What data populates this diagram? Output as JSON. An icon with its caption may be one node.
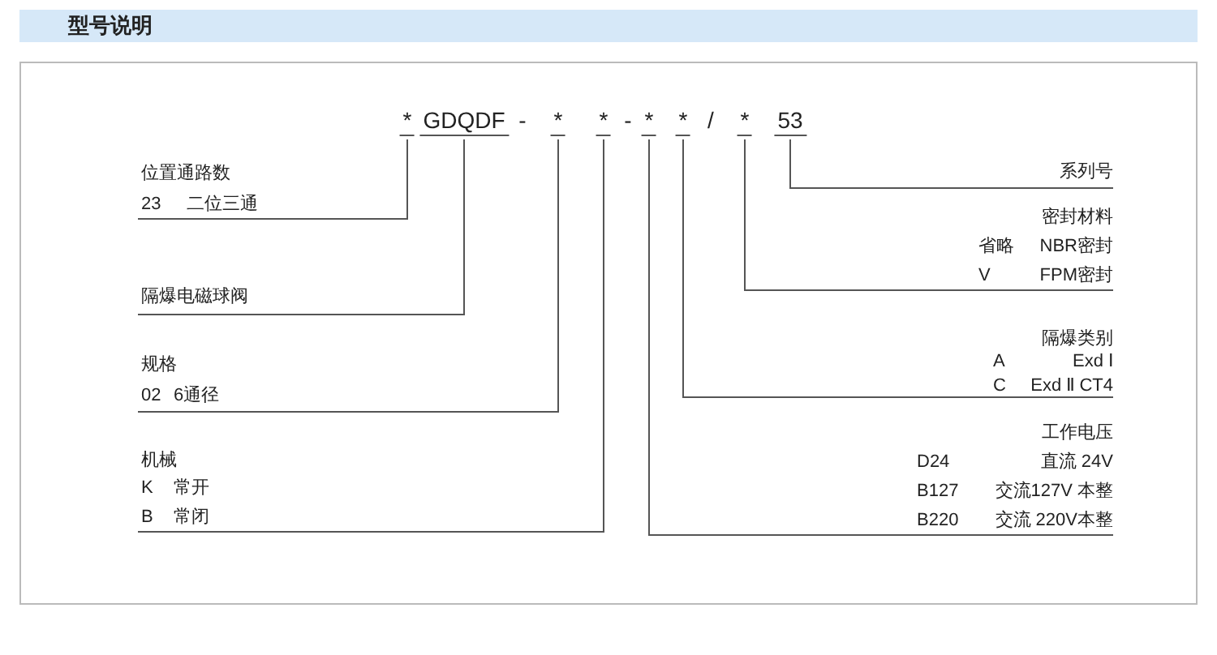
{
  "diagram": {
    "title": "型号说明",
    "nodes": [
      {
        "text": [
          "*"
        ]
      },
      {
        "text": [
          "GDQDF"
        ]
      },
      {
        "text": [
          "*"
        ]
      },
      {
        "text": [
          "*"
        ]
      },
      {
        "text": [
          "*"
        ]
      },
      {
        "text": [
          "*"
        ]
      },
      {
        "text": [
          "*"
        ]
      },
      {
        "text": [
          "53"
        ]
      },
      {
        "text": [
          "位置通路数",
          "23",
          "二位三通"
        ]
      },
      {
        "text": [
          "系列号"
        ]
      },
      {
        "text": [
          "密封材料",
          "省略",
          "NBR密封",
          "V",
          "FPM密封"
        ]
      },
      {
        "text": [
          "隔爆电磁球阀"
        ]
      },
      {
        "text": [
          "隔爆类别",
          "A",
          "Exd Ⅰ",
          "C",
          "Exd Ⅱ CT4"
        ]
      },
      {
        "text": [
          "规格",
          "02",
          "6通径"
        ]
      },
      {
        "text": [
          "工作电压",
          "D24",
          "直流 24V",
          "B127",
          "交流127V 本整",
          "B220",
          "交流 220V本整"
        ]
      },
      {
        "text": [
          "机械",
          "K",
          "常开",
          "B",
          "常闭"
        ]
      }
    ],
    "edges": [
      {
        "from": 0,
        "to": 8,
        "arrow": "none"
      },
      {
        "from": 1,
        "to": 11,
        "arrow": "none"
      },
      {
        "from": 2,
        "to": 13,
        "arrow": "none"
      },
      {
        "from": 3,
        "to": 15,
        "arrow": "none"
      },
      {
        "from": 4,
        "to": 14,
        "arrow": "none"
      },
      {
        "from": 5,
        "to": 12,
        "arrow": "none"
      },
      {
        "from": 6,
        "to": 10,
        "arrow": "none"
      },
      {
        "from": 7,
        "to": 9,
        "arrow": "none"
      }
    ],
    "labels": [
      "-",
      "-",
      "/"
    ]
  }
}
